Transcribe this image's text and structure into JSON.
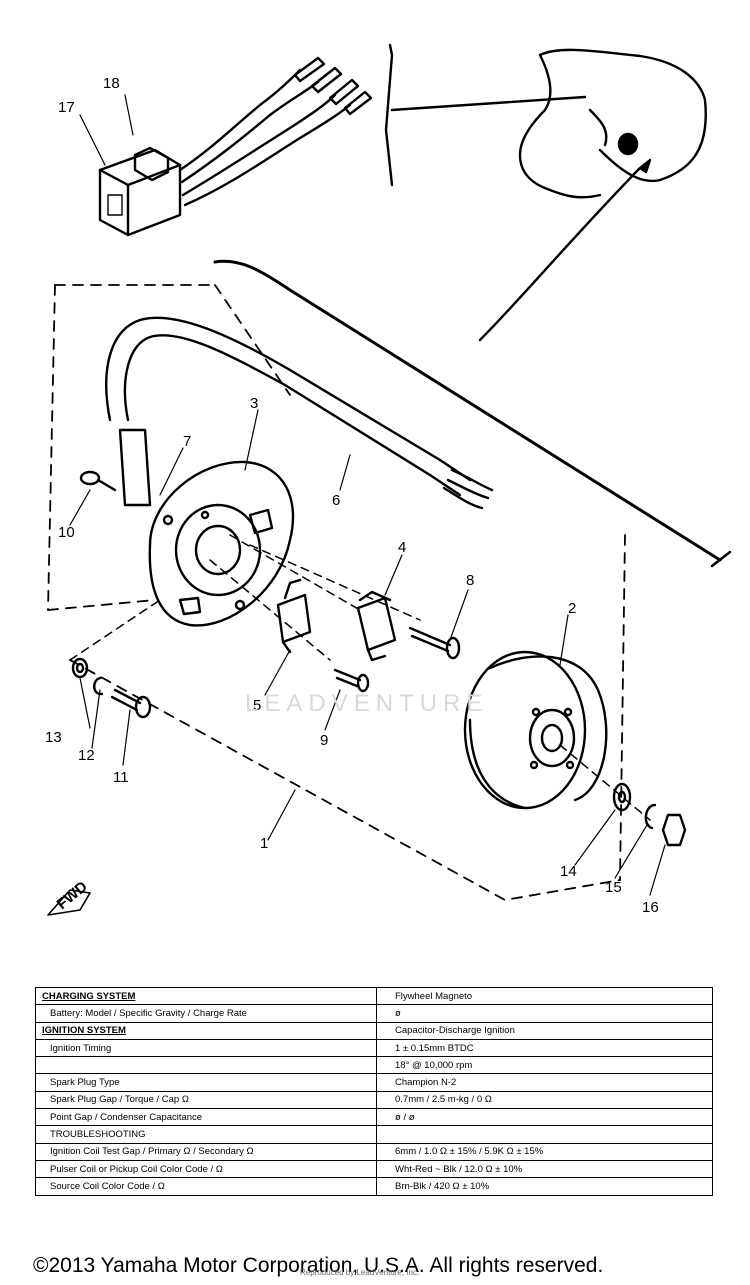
{
  "callouts": [
    {
      "id": "n1",
      "label": "1"
    },
    {
      "id": "n2",
      "label": "2"
    },
    {
      "id": "n3",
      "label": "3"
    },
    {
      "id": "n4",
      "label": "4"
    },
    {
      "id": "n5",
      "label": "5"
    },
    {
      "id": "n6",
      "label": "6"
    },
    {
      "id": "n7",
      "label": "7"
    },
    {
      "id": "n8",
      "label": "8"
    },
    {
      "id": "n9",
      "label": "9"
    },
    {
      "id": "n10",
      "label": "10"
    },
    {
      "id": "n11",
      "label": "11"
    },
    {
      "id": "n12",
      "label": "12"
    },
    {
      "id": "n13",
      "label": "13"
    },
    {
      "id": "n14",
      "label": "14"
    },
    {
      "id": "n15",
      "label": "15"
    },
    {
      "id": "n16",
      "label": "16"
    },
    {
      "id": "n17",
      "label": "17"
    },
    {
      "id": "n18",
      "label": "18"
    }
  ],
  "fwd_label": "FWD",
  "watermark": "LEADVENTURE",
  "specs": [
    {
      "label": "CHARGING SYSTEM",
      "value": "Flywheel Magneto",
      "header": true
    },
    {
      "label": "Battery: Model / Specific Gravity / Charge Rate",
      "value": "ø",
      "header": false
    },
    {
      "label": "IGNITION SYSTEM",
      "value": "Capacitor-Discharge Ignition",
      "header": true
    },
    {
      "label": "Ignition Timing",
      "value": "1 ± 0.15mm BTDC",
      "header": false
    },
    {
      "label": "",
      "value": "18° @ 10,000 rpm",
      "header": false
    },
    {
      "label": "Spark Plug Type",
      "value": "Champion N-2",
      "header": false
    },
    {
      "label": "Spark Plug Gap / Torque / Cap Ω",
      "value": "0.7mm / 2.5 m-kg / 0 Ω",
      "header": false
    },
    {
      "label": "Point Gap / Condenser Capacitance",
      "value": "ø / ø",
      "header": false
    },
    {
      "label": "TROUBLESHOOTING",
      "value": "",
      "header": false
    },
    {
      "label": "Ignition Coil Test Gap / Primary Ω / Secondary Ω",
      "value": "6mm / 1.0 Ω ± 15% / 5.9K Ω ± 15%",
      "header": false
    },
    {
      "label": "Pulser Coil or Pickup Coil Color Code / Ω",
      "value": "Wht-Red ~ Blk / 12.0 Ω ± 10%",
      "header": false
    },
    {
      "label": "Source Coil Color Code / Ω",
      "value": "Brn-Blk / 420 Ω ± 10%",
      "header": false
    }
  ],
  "copyright": "©2013 Yamaha Motor Corporation, U.S.A. All rights reserved.",
  "credit": "Reproduced by LeadVenture, Inc."
}
